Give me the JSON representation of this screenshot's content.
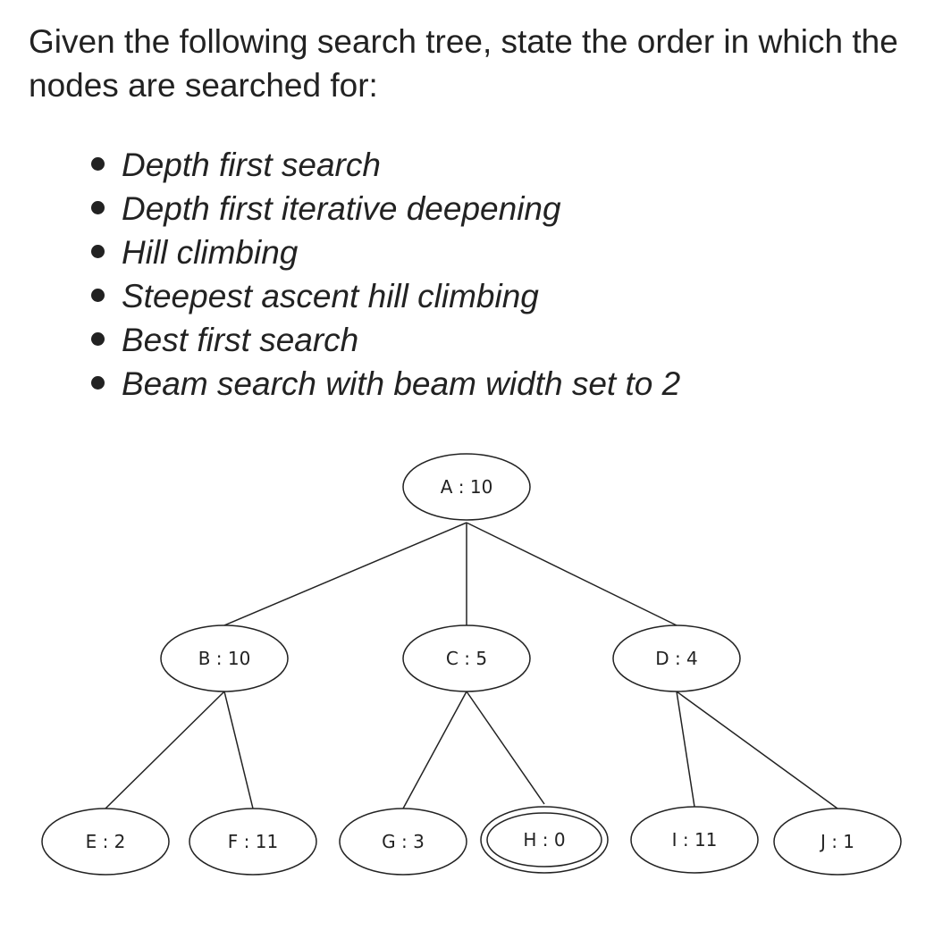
{
  "question": "Given the following search tree, state the order in which the nodes are searched for:",
  "methods": [
    "Depth first search",
    "Depth first iterative deepening",
    "Hill climbing",
    "Steepest ascent hill climbing",
    "Best first search",
    "Beam search with beam width set to 2"
  ],
  "tree": {
    "nodes": [
      {
        "id": "A",
        "label": "A : 10"
      },
      {
        "id": "B",
        "label": "B : 10"
      },
      {
        "id": "C",
        "label": "C : 5"
      },
      {
        "id": "D",
        "label": "D : 4"
      },
      {
        "id": "E",
        "label": "E : 2"
      },
      {
        "id": "F",
        "label": "F : 11"
      },
      {
        "id": "G",
        "label": "G : 3"
      },
      {
        "id": "H",
        "label": "H : 0",
        "goal": true
      },
      {
        "id": "I",
        "label": "I : 11"
      },
      {
        "id": "J",
        "label": "J : 1"
      }
    ],
    "edges": [
      [
        "A",
        "B"
      ],
      [
        "A",
        "C"
      ],
      [
        "A",
        "D"
      ],
      [
        "B",
        "E"
      ],
      [
        "B",
        "F"
      ],
      [
        "C",
        "G"
      ],
      [
        "C",
        "H"
      ],
      [
        "D",
        "I"
      ],
      [
        "D",
        "J"
      ]
    ]
  }
}
